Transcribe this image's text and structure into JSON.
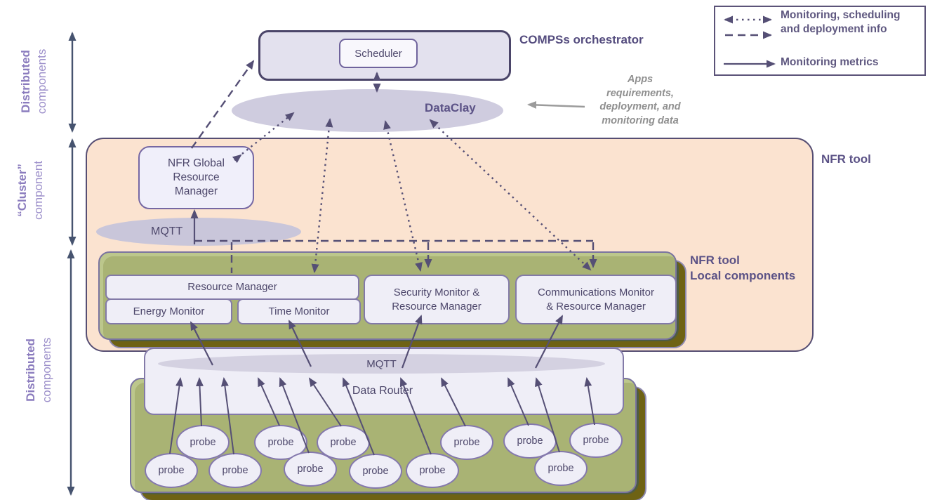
{
  "legend": {
    "info_label": "Monitoring, scheduling\nand deployment info",
    "metrics_label": "Monitoring metrics"
  },
  "side_labels": {
    "top_line1": "Distributed",
    "top_line2": "components",
    "mid_line1": "“Cluster”",
    "mid_line2": "component",
    "bottom_line1": "Distributed",
    "bottom_line2": "components"
  },
  "labels": {
    "orchestrator": "COMPSs orchestrator",
    "nfr_tool": "NFR tool",
    "nfr_local": "NFR tool\nLocal components",
    "annotation": "Apps\nrequirements,\ndeployment, and\nmonitoring data"
  },
  "nodes": {
    "scheduler": "Scheduler",
    "dataclay": "DataClay",
    "nfr_global": "NFR Global\nResource\nManager",
    "mqtt_cluster": "MQTT",
    "resource_manager": "Resource Manager",
    "energy_monitor": "Energy Monitor",
    "time_monitor": "Time Monitor",
    "security_monitor": "Security Monitor &\nResource Manager",
    "communications_monitor": "Communications Monitor\n&  Resource Manager",
    "mqtt_local": "MQTT",
    "data_router": "Data Router"
  },
  "probes": [
    {
      "label": "probe"
    },
    {
      "label": "probe"
    },
    {
      "label": "probe"
    },
    {
      "label": "probe"
    },
    {
      "label": "probe"
    },
    {
      "label": "probe"
    },
    {
      "label": "probe"
    },
    {
      "label": "probe"
    },
    {
      "label": "probe"
    },
    {
      "label": "probe"
    },
    {
      "label": "probe"
    },
    {
      "label": "probe"
    }
  ],
  "colors": {
    "peach_fill": "#fbe3d0",
    "green_fill": "#a9b374",
    "olive_layer": "#6e6214",
    "dark_green_layer": "#4e5c44",
    "lavender_fill": "#efeef7",
    "ellipse_fill": "#cfccdf",
    "border_purple": "#564e73",
    "box_border_purple": "#837aa8",
    "text_purple": "#5b5286",
    "side_label_purple": "#8b7cbe",
    "arrow_purple": "#554f75",
    "annotation_gray": "#9b9b9b"
  }
}
